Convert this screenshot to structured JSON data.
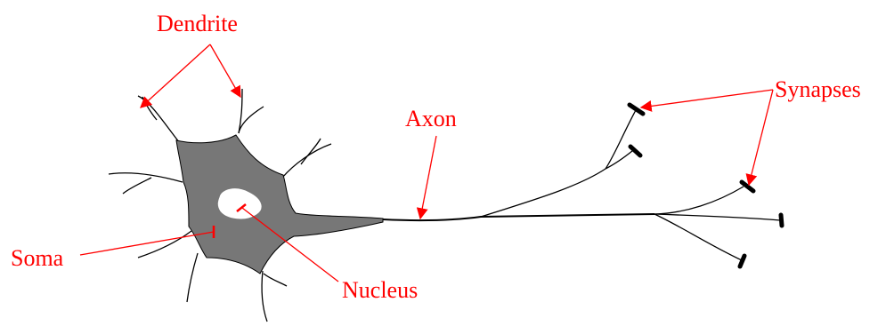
{
  "diagram": {
    "labels": {
      "dendrite": "Dendrite",
      "axon": "Axon",
      "synapses": "Synapses",
      "soma": "Soma",
      "nucleus": "Nucleus"
    },
    "colors": {
      "label": "#ff0000",
      "pointer": "#ff0000",
      "soma_fill": "#777777",
      "outline": "#000000",
      "nucleus_fill": "#ffffff",
      "terminal": "#000000"
    }
  }
}
